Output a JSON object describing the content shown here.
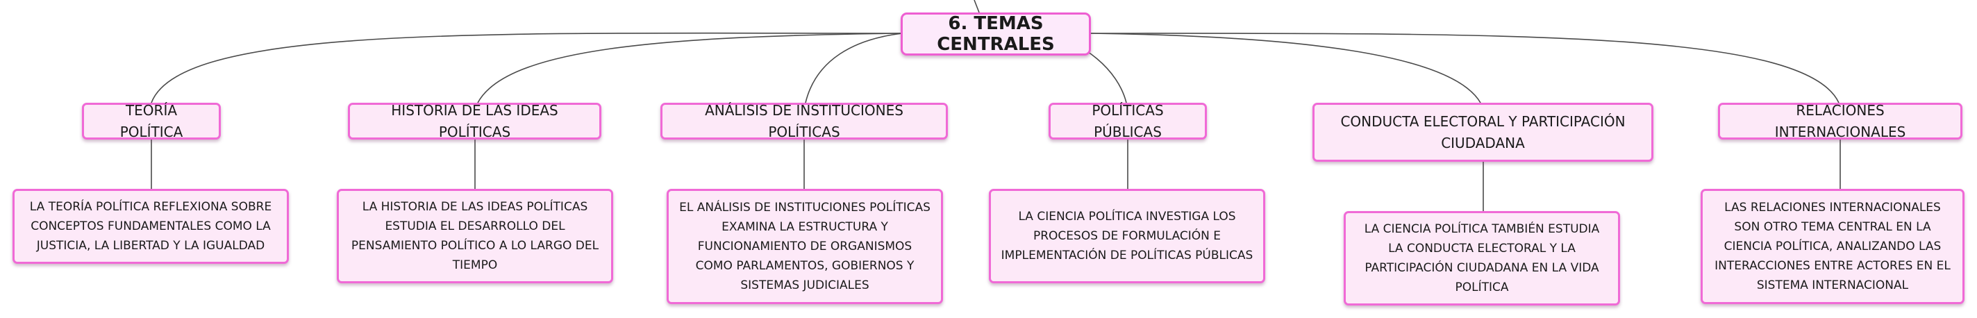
{
  "root": {
    "label": "6. TEMAS CENTRALES"
  },
  "topics": [
    {
      "label": "TEORÍA POLÍTICA",
      "description": "LA TEORÍA POLÍTICA REFLEXIONA SOBRE CONCEPTOS FUNDAMENTALES COMO LA JUSTICIA, LA LIBERTAD Y LA IGUALDAD"
    },
    {
      "label": "HISTORIA DE LAS IDEAS POLÍTICAS",
      "description": "LA HISTORIA DE LAS IDEAS POLÍTICAS ESTUDIA EL DESARROLLO DEL PENSAMIENTO POLÍTICO A LO LARGO DEL TIEMPO"
    },
    {
      "label": "ANÁLISIS DE INSTITUCIONES POLÍTICAS",
      "description": "EL ANÁLISIS DE INSTITUCIONES POLÍTICAS EXAMINA LA ESTRUCTURA Y FUNCIONAMIENTO DE ORGANISMOS COMO PARLAMENTOS, GOBIERNOS Y SISTEMAS JUDICIALES"
    },
    {
      "label": "POLÍTICAS PÚBLICAS",
      "description": "LA CIENCIA POLÍTICA INVESTIGA LOS PROCESOS DE FORMULACIÓN E IMPLEMENTACIÓN DE POLÍTICAS PÚBLICAS"
    },
    {
      "label": "CONDUCTA ELECTORAL Y PARTICIPACIÓN CIUDADANA",
      "description": "LA CIENCIA POLÍTICA TAMBIÉN ESTUDIA LA CONDUCTA ELECTORAL Y LA PARTICIPACIÓN CIUDADANA EN LA VIDA POLÍTICA"
    },
    {
      "label": "RELACIONES INTERNACIONALES",
      "description": "LAS RELACIONES INTERNACIONALES SON OTRO TEMA CENTRAL EN LA CIENCIA POLÍTICA, ANALIZANDO LAS INTERACCIONES ENTRE ACTORES EN EL SISTEMA INTERNACIONAL"
    }
  ],
  "colors": {
    "node_fill": "#fde9f8",
    "node_border": "#f06ad6",
    "connector": "#4a4a4a"
  }
}
